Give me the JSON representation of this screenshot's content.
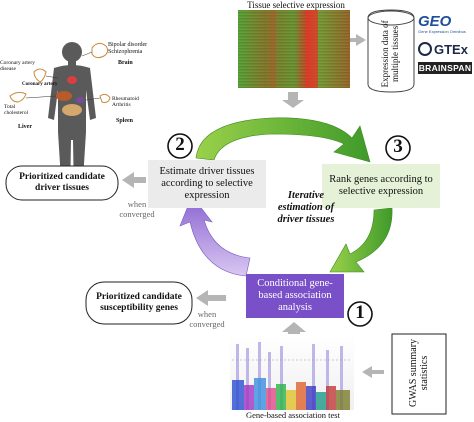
{
  "heatmap": {
    "title": "Tissue selective expression"
  },
  "database": {
    "label": "Expression data of multiple tissues"
  },
  "logos": {
    "geo": "GEO",
    "geo_sub": "Gene Expression Omnibus",
    "gtex": "GTEx",
    "brainspan": "BRAINSPAN"
  },
  "body_labels": {
    "coronary_disease": "Coronary artery disease",
    "coronary_artery": "Coronary artery",
    "brain_diseases": "Bipolar disorder Schizophrenia",
    "brain": "Brain",
    "total_cholesterol": "Total cholesterol",
    "liver": "Liver",
    "rheumatoid": "Rheumatoid Arthritis",
    "spleen": "Spleen"
  },
  "steps": {
    "step1_number": "1",
    "step2_number": "2",
    "step3_number": "3",
    "conditional_test": "Conditional gene-based association analysis",
    "estimate_tissues": "Estimate driver tissues according to selective expression",
    "rank_genes": "Rank genes according to selective expression",
    "center_label": "Iterative estimation of driver tissues"
  },
  "outputs": {
    "driver_tissues": "Prioritized candidate driver tissues",
    "susceptibility_genes": "Prioritized candidate susceptibility genes",
    "when_converged_1": "when converged",
    "when_converged_2": "when converged"
  },
  "gwas": {
    "label": "GWAS summary statistics",
    "manhattan_title": "Gene-based association test"
  }
}
